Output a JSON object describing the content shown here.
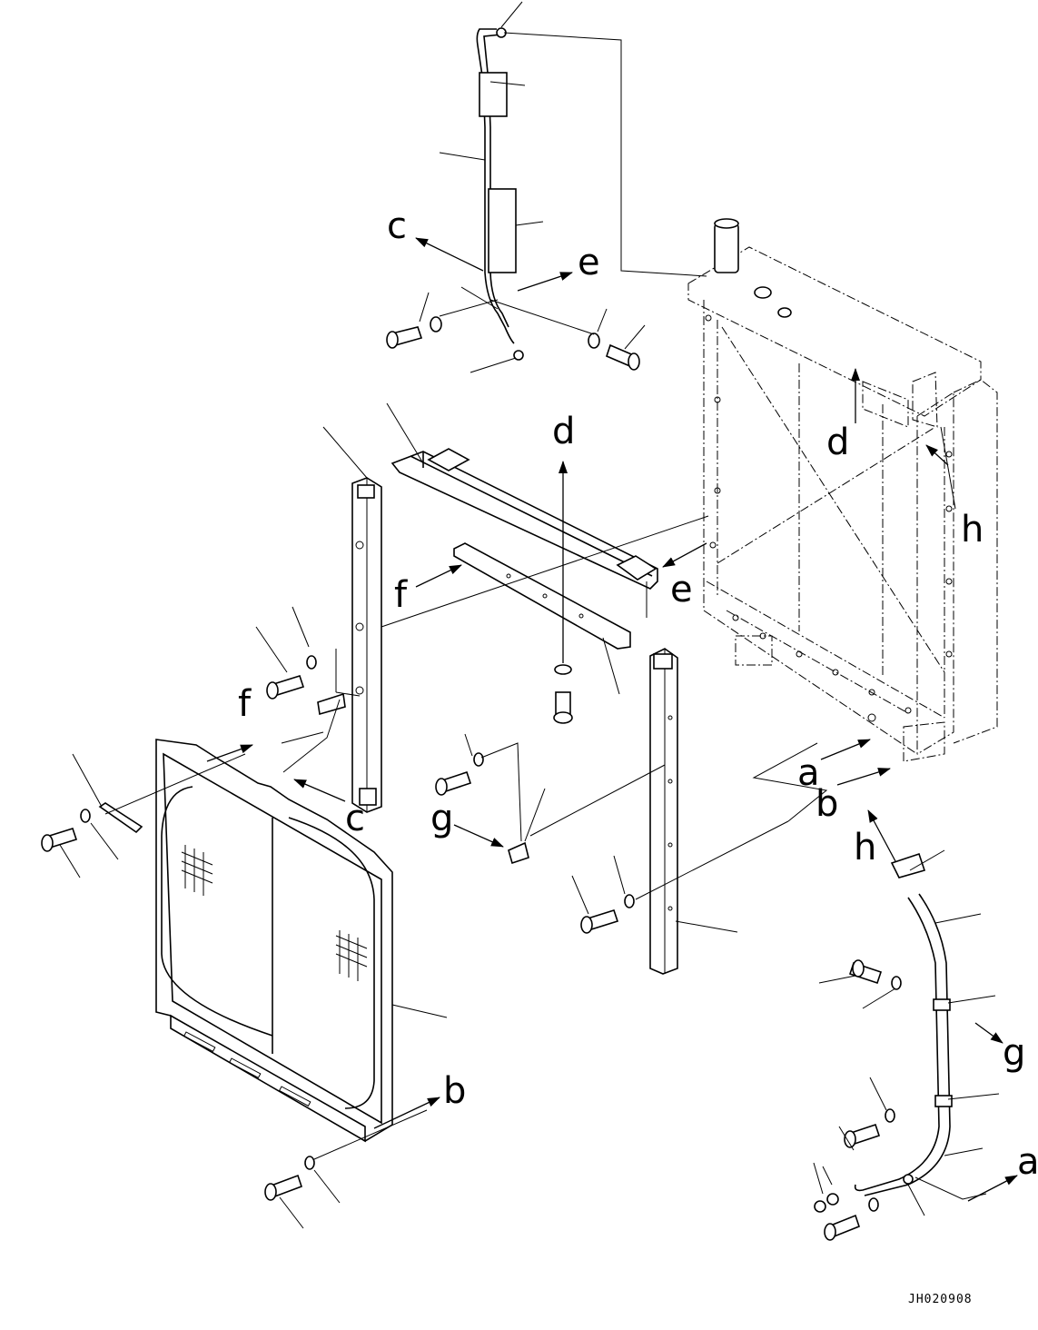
{
  "drawing": {
    "code": "JH020908",
    "callouts": {
      "a_upper": "a",
      "a_lower": "a",
      "b_mid": "b",
      "b_lower": "b",
      "c_upper": "c",
      "c_lower": "c",
      "d_upper": "d",
      "d_right": "d",
      "e_upper": "e",
      "e_mid": "e",
      "f_left": "f",
      "f_mid": "f",
      "g_left": "g",
      "g_right": "g",
      "h_right": "h",
      "h_lower": "h"
    }
  }
}
